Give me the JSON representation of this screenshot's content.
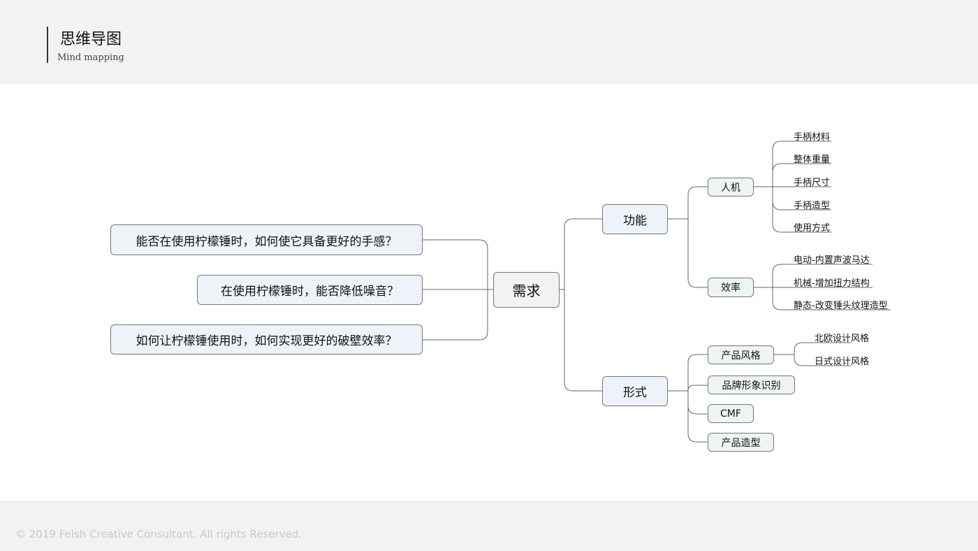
{
  "header": {
    "title": "思维导图",
    "subtitle": "Mind mapping"
  },
  "footer": {
    "copyright": "© 2019 Feish Creative Consultant. All rights Reserved."
  },
  "mindmap": {
    "center": "需求",
    "questions": [
      "能否在使用柠檬锤时，如何使它具备更好的手感？",
      "在使用柠檬锤时，能否降低噪音？",
      "如何让柠檬锤使用时，如何实现更好的破壁效率？"
    ],
    "function": {
      "label": "功能",
      "ergonomics": {
        "label": "人机",
        "items": [
          "手柄材料",
          "整体重量",
          "手柄尺寸",
          "手柄造型",
          "使用方式"
        ]
      },
      "efficiency": {
        "label": "效率",
        "items": [
          "电动-内置声波马达",
          "机械-增加扭力结构",
          "静态-改变锤头纹理造型"
        ]
      }
    },
    "form": {
      "label": "形式",
      "style": {
        "label": "产品风格",
        "items": [
          "北欧设计风格",
          "日式设计风格"
        ]
      },
      "brand": "品牌形象识别",
      "cmf": "CMF",
      "shape": "产品造型"
    }
  }
}
